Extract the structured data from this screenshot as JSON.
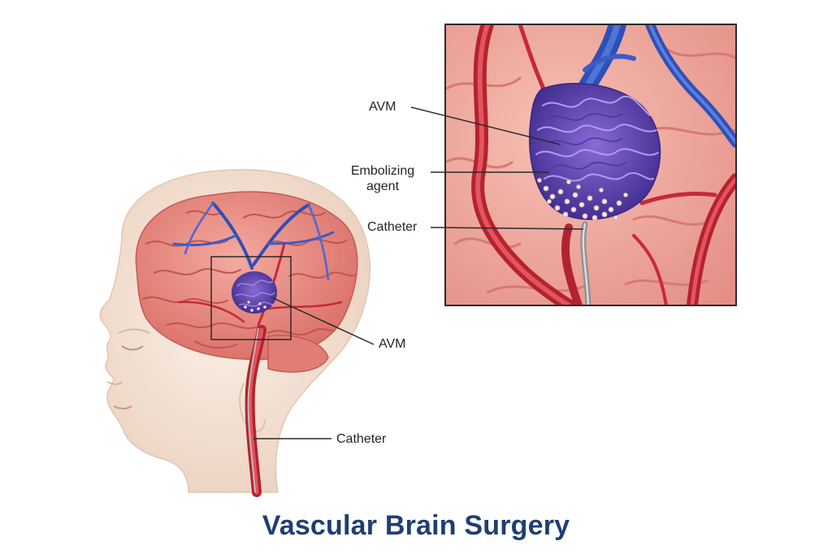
{
  "title": "Vascular Brain Surgery",
  "colors": {
    "title": "#1f3f73",
    "artery": "#c8283a",
    "vein": "#2f4fb8",
    "nidus": "#5a3aa8",
    "brain": "#ec8f86",
    "skin": "#f6e7db",
    "catheter": "#b9bcc0",
    "leader_line": "#2a2a2a"
  },
  "head_view": {
    "labels": {
      "avm": "AVM",
      "catheter": "Catheter"
    }
  },
  "inset_view": {
    "labels": {
      "avm": "AVM",
      "embolizing_agent_line1": "Embolizing",
      "embolizing_agent_line2": "agent",
      "catheter": "Catheter"
    }
  }
}
